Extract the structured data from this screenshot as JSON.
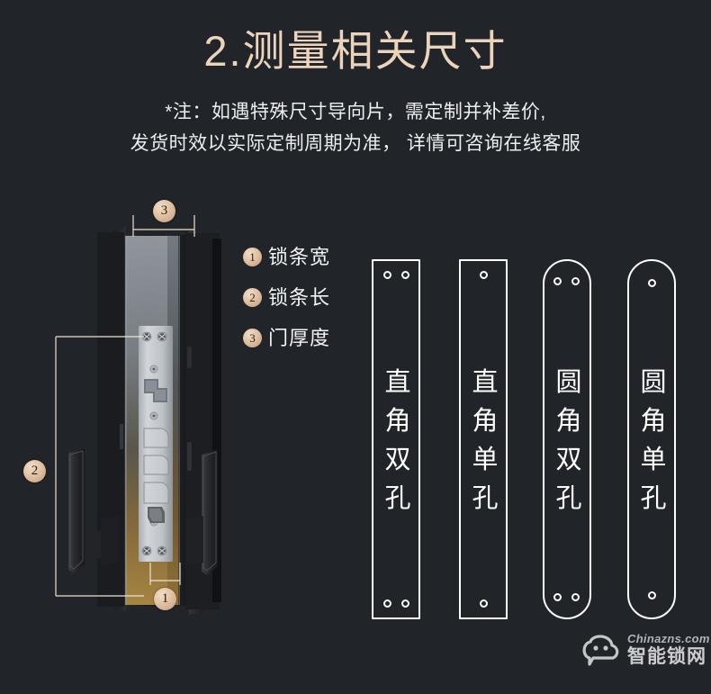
{
  "page": {
    "background_color": "#212429",
    "accent_color": "#ecd3bb",
    "text_color": "#eceef0",
    "outline_color": "#ffffff"
  },
  "header": {
    "title": "2.测量相关尺寸",
    "subtitle_lines": [
      "*注：如遇特殊尺寸导向片，需定制并补差价,",
      "发货时效以实际定制周期为准， 详情可咨询在线客服"
    ]
  },
  "legend": {
    "items": [
      {
        "number": "1",
        "label": "锁条宽"
      },
      {
        "number": "2",
        "label": "锁条长"
      },
      {
        "number": "3",
        "label": "门厚度"
      }
    ]
  },
  "product": {
    "alt": "智能锁侧面尺寸示意图",
    "callouts": [
      {
        "number": "3",
        "measures": "门厚度",
        "position": "top"
      },
      {
        "number": "2",
        "measures": "锁条长",
        "position": "left"
      },
      {
        "number": "1",
        "measures": "锁条宽",
        "position": "bottom"
      }
    ]
  },
  "plates": [
    {
      "name": "直角双孔",
      "corner": "square",
      "holes": 2,
      "chars": [
        "直",
        "角",
        "双",
        "孔"
      ]
    },
    {
      "name": "直角单孔",
      "corner": "square",
      "holes": 1,
      "chars": [
        "直",
        "角",
        "单",
        "孔"
      ]
    },
    {
      "name": "圆角双孔",
      "corner": "round",
      "holes": 2,
      "chars": [
        "圆",
        "角",
        "双",
        "孔"
      ]
    },
    {
      "name": "圆角单孔",
      "corner": "round",
      "holes": 1,
      "chars": [
        "圆",
        "角",
        "单",
        "孔"
      ]
    }
  ],
  "watermark": {
    "domain": "Chinazns.com",
    "brand": "智能锁网",
    "icon": "cloud-logo-icon"
  }
}
